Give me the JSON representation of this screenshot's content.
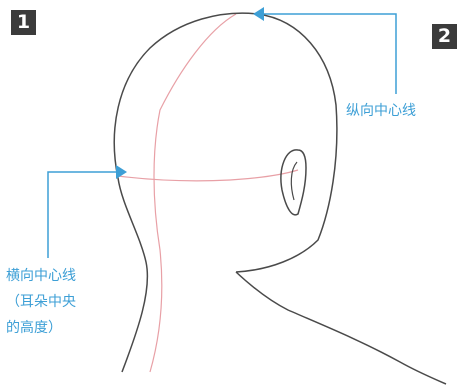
{
  "steps": {
    "first": "1",
    "second": "2"
  },
  "labels": {
    "vertical_center_line": "纵向中心线",
    "horizontal_center_line": [
      "横向中心线",
      "（耳朵中央",
      "的高度）"
    ]
  },
  "colors": {
    "callout": "#3d9fd6",
    "guide_line": "#e8a0a6",
    "outline": "#4a4a4a",
    "badge": "#3b3b3b"
  }
}
